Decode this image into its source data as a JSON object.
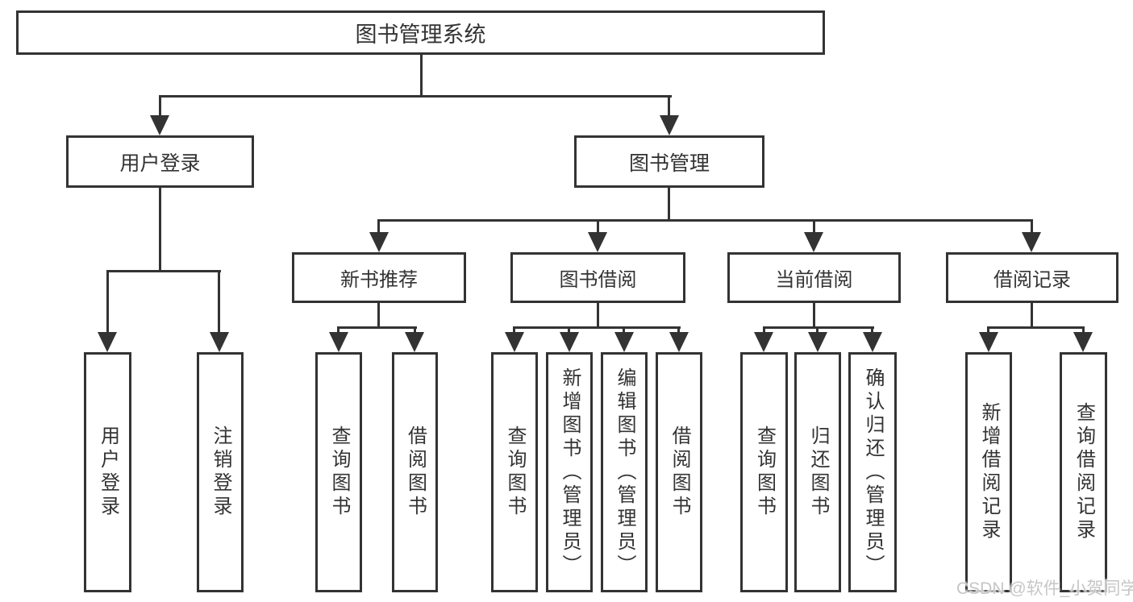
{
  "colors": {
    "line": "#333333",
    "text": "#333333",
    "background": "#ffffff",
    "watermark_color": "#c6c6c6"
  },
  "nodes": {
    "root": "图书管理系统",
    "user_login": "用户登录",
    "book_management": "图书管理",
    "new_book_recommend": "新书推荐",
    "book_borrowing": "图书借阅",
    "current_borrowing": "当前借阅",
    "borrowing_records": "借阅记录",
    "leaf_user_login": "用户登录",
    "leaf_logout": "注销登录",
    "leaf_nb_query_books": "查询图书",
    "leaf_nb_borrow_books": "借阅图书",
    "leaf_bb_query_books": "查询图书",
    "leaf_bb_add_books": "新增图书（管理员）",
    "leaf_bb_edit_books": "编辑图书（管理员）",
    "leaf_bb_borrow_books": "借阅图书",
    "leaf_cb_query_books": "查询图书",
    "leaf_cb_return_books": "归还图书",
    "leaf_cb_confirm_return": "确认归还（管理员）",
    "leaf_br_add_record": "新增借阅记录",
    "leaf_br_query_record": "查询借阅记录"
  },
  "watermark": "CSDN @软件_小贺同学"
}
